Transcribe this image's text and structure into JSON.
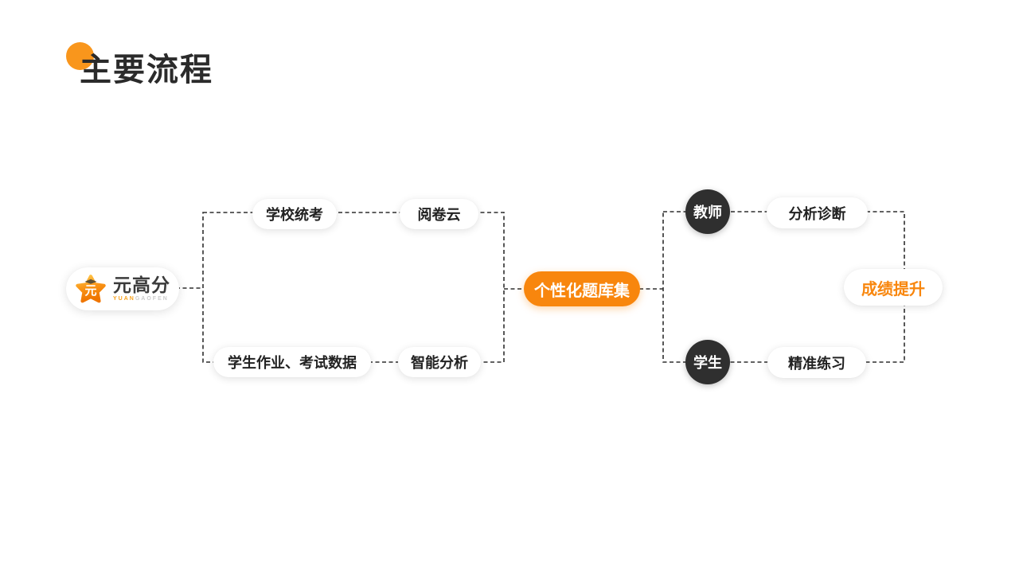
{
  "title": {
    "text": "主要流程"
  },
  "logo": {
    "name": "元高分",
    "icon_glyph": "元",
    "sub_orange": "YUAN",
    "sub_gray": "GAOFEN"
  },
  "nodes": {
    "school_exam": "学校统考",
    "grading_cloud": "阅卷云",
    "student_data": "学生作业、考试数据",
    "smart_analysis": "智能分析",
    "question_bank": "个性化题库集",
    "teacher": "教师",
    "diagnosis": "分析诊断",
    "student": "学生",
    "practice": "精准练习",
    "improvement": "成绩提升"
  },
  "colors": {
    "accent_orange": "#F8860D",
    "title_dot_orange": "#F9961C",
    "role_circle_dark": "#2F2F2F",
    "dash_line": "#2E2E2E",
    "title_text": "#2B2B2B"
  }
}
